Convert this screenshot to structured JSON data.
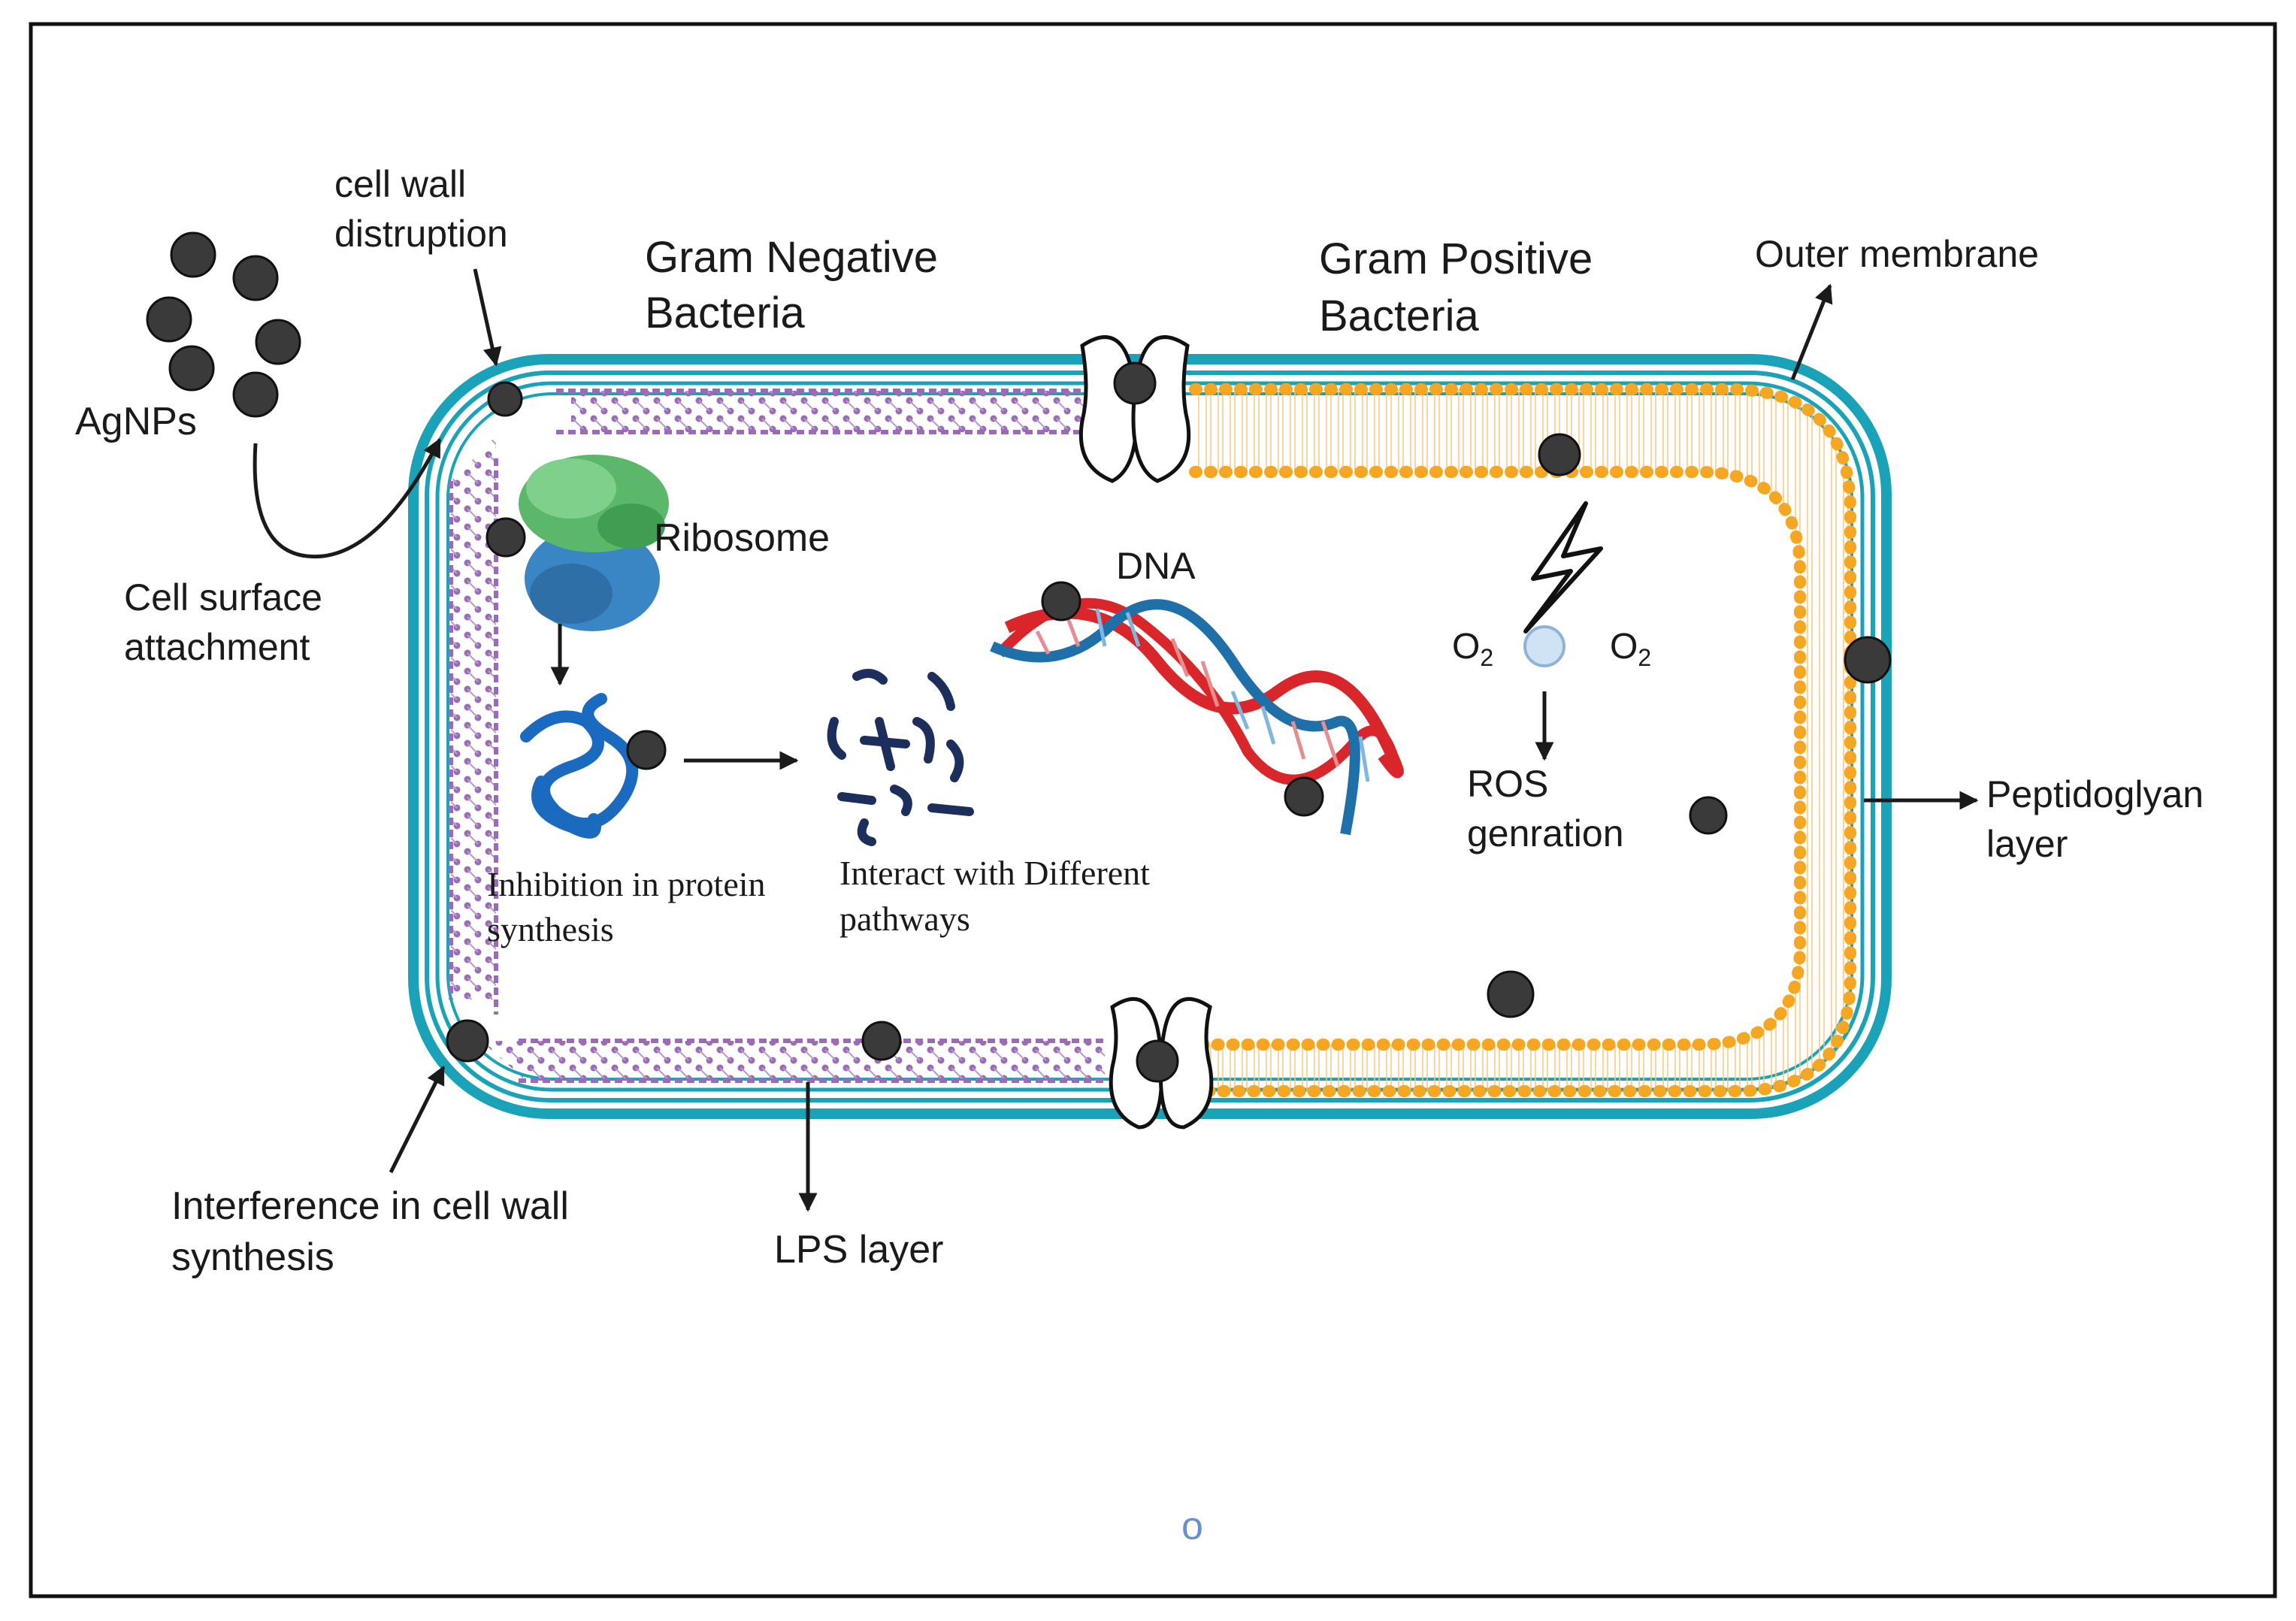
{
  "labels": {
    "cell_wall_disruption_1": "cell wall",
    "cell_wall_disruption_2": "distruption",
    "gram_negative_1": "Gram Negative",
    "gram_negative_2": "Bacteria",
    "gram_positive_1": "Gram Positive",
    "gram_positive_2": "Bacteria",
    "outer_membrane": "Outer membrane",
    "agnps": "AgNPs",
    "ribosome": "Ribosome",
    "dna": "DNA",
    "cell_surface_1": "Cell surface",
    "cell_surface_2": "attachment",
    "o2_left": "O",
    "o2_right": "O",
    "o2_sub": "2",
    "ros_1": "ROS",
    "ros_2": "genration",
    "peptidoglycan_1": "Peptidoglyan",
    "peptidoglycan_2": "layer",
    "inhibition_1": "Inhibition  in protein",
    "inhibition_2": "synthesis",
    "interact_1": "Interact with  Different",
    "interact_2": "pathways",
    "interference_1": "Interference in cell wall",
    "interference_2": "synthesis",
    "lps_layer": "LPS layer",
    "stray_mark": "o"
  },
  "colors": {
    "cell_wall_teal": "#1aa3b8",
    "lps_purple": "#9b6bb8",
    "peptidoglycan_orange": "#f5a623",
    "nanoparticle": "#3a3a3a",
    "dna_red": "#d9262b",
    "dna_blue": "#1f6fa8",
    "protein_blue": "#1a6bbf",
    "fragment_navy": "#1b2e5c",
    "ribosome_green": "#5bb86a",
    "ribosome_blue": "#3a86c4",
    "o2_bubble": "#cfe3f5",
    "stray_mark": "#6a8fd0"
  }
}
